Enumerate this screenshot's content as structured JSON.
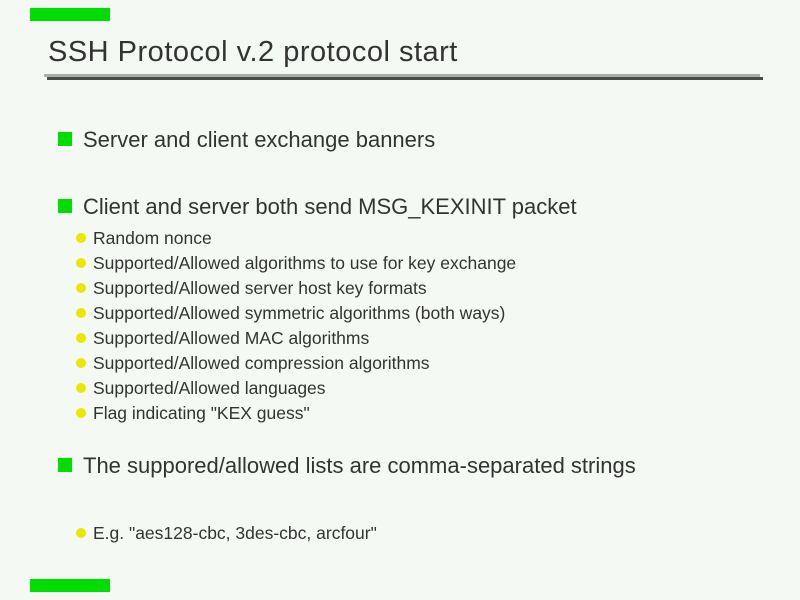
{
  "slide": {
    "title": "SSH Protocol v.2 protocol start",
    "colors": {
      "background": "#f4faf3",
      "bullet_square_green": "#00dd00",
      "bullet_dot_yellow": "#e8e800",
      "corner_bar_green": "#00dd00",
      "rule_light_gray": "#a8aea4",
      "rule_dark_gray": "#4c4c4c",
      "text": "#333333"
    },
    "bullets": [
      {
        "text": "Server and client exchange banners",
        "children": []
      },
      {
        "text": "Client and server both send MSG_KEXINIT packet",
        "children": [
          "Random nonce",
          "Supported/Allowed algorithms to use for key exchange",
          "Supported/Allowed server host key formats",
          "Supported/Allowed symmetric algorithms (both ways)",
          "Supported/Allowed MAC algorithms",
          "Supported/Allowed compression algorithms",
          "Supported/Allowed languages",
          "Flag indicating \"KEX guess\""
        ]
      },
      {
        "text": "The suppored/allowed lists are comma-separated strings",
        "children": [
          "E.g. \"aes128-cbc, 3des-cbc, arcfour\""
        ]
      }
    ]
  }
}
